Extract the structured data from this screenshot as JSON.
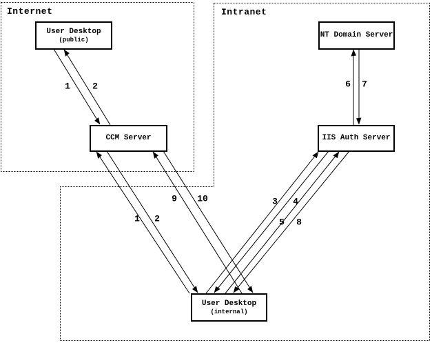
{
  "diagram": {
    "zones": [
      {
        "id": "internet",
        "label": "Internet"
      },
      {
        "id": "intranet",
        "label": "Intranet"
      }
    ],
    "nodes": [
      {
        "id": "user-desktop-public",
        "title": "User Desktop",
        "subtitle": "(public)"
      },
      {
        "id": "ccm-server",
        "title": "CCM Server",
        "subtitle": ""
      },
      {
        "id": "nt-domain-server",
        "title": "NT Domain Server",
        "subtitle": ""
      },
      {
        "id": "iis-auth-server",
        "title": "IIS Auth Server",
        "subtitle": ""
      },
      {
        "id": "user-desktop-internal",
        "title": "User Desktop",
        "subtitle": "(internal)"
      }
    ],
    "edge_labels": [
      {
        "step": "1"
      },
      {
        "step": "2"
      },
      {
        "step": "6"
      },
      {
        "step": "7"
      },
      {
        "step": "1"
      },
      {
        "step": "2"
      },
      {
        "step": "9"
      },
      {
        "step": "10"
      },
      {
        "step": "3"
      },
      {
        "step": "4"
      },
      {
        "step": "5"
      },
      {
        "step": "8"
      }
    ]
  },
  "colors": {
    "line": "#000000",
    "background": "#ffffff"
  }
}
